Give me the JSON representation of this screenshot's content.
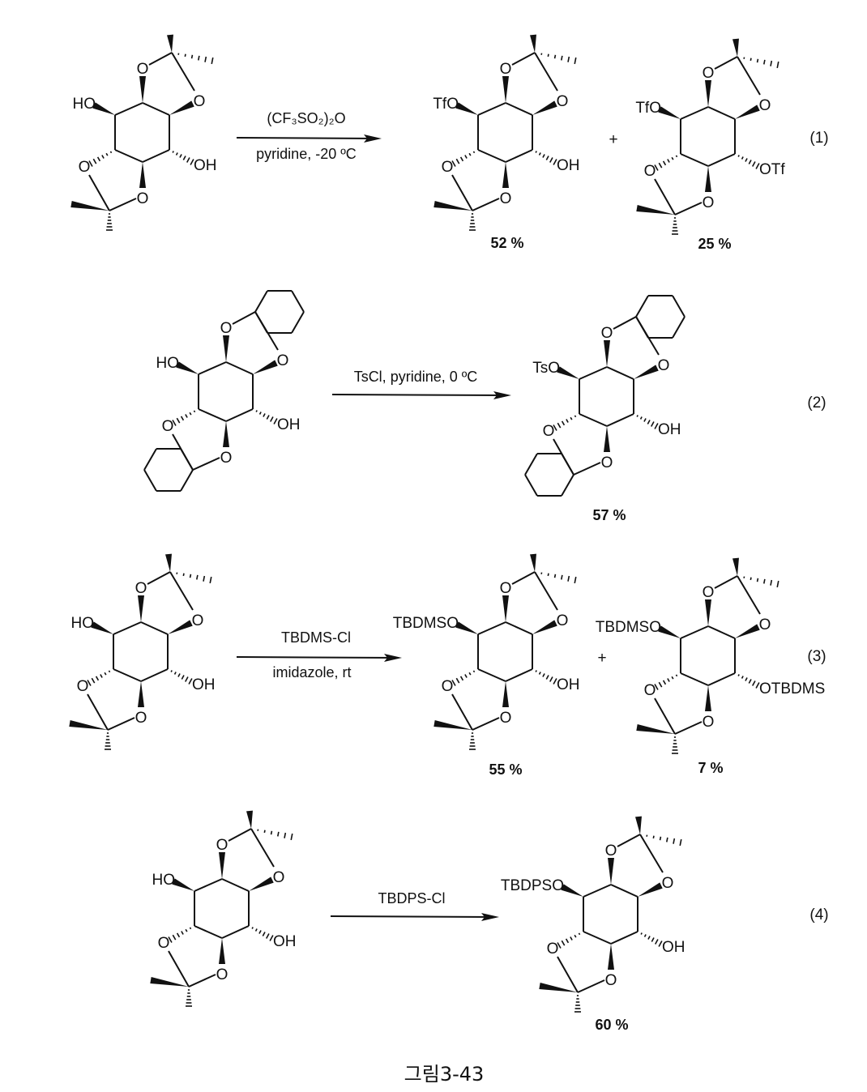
{
  "reactions": [
    {
      "number": "(1)",
      "reagent_top": "(CF₃SO₂)₂O",
      "reagent_bottom": "pyridine, -20 ºC",
      "reactant": {
        "left": "HO",
        "right": "OH",
        "top_o": "O",
        "side_o": "O",
        "bot_o1": "O",
        "bot_o2": "O"
      },
      "products": [
        {
          "left": "TfO",
          "right": "OH",
          "yield": "52 %"
        },
        {
          "left": "TfO",
          "right": "OTf",
          "yield": "25 %"
        }
      ],
      "plus": "+"
    },
    {
      "number": "(2)",
      "reagent_top": "TsCl, pyridine, 0 ºC",
      "reactant": {
        "left": "HO",
        "right": "OH"
      },
      "products": [
        {
          "left": "TsO",
          "right": "OH",
          "yield": "57 %"
        }
      ]
    },
    {
      "number": "(3)",
      "reagent_top": "TBDMS-Cl",
      "reagent_bottom": "imidazole, rt",
      "reactant": {
        "left": "HO",
        "right": "OH"
      },
      "products": [
        {
          "left": "TBDMSO",
          "right": "OH",
          "yield": "55 %"
        },
        {
          "left": "TBDMSO",
          "right": "OTBDMS",
          "yield": "7 %"
        }
      ],
      "plus": "+"
    },
    {
      "number": "(4)",
      "reagent_top": "TBDPS-Cl",
      "reactant": {
        "left": "HO",
        "right": "OH"
      },
      "products": [
        {
          "left": "TBDPSO",
          "right": "OH",
          "yield": "60 %"
        }
      ]
    }
  ],
  "oxygen_label": "O",
  "caption": "그림3-43"
}
